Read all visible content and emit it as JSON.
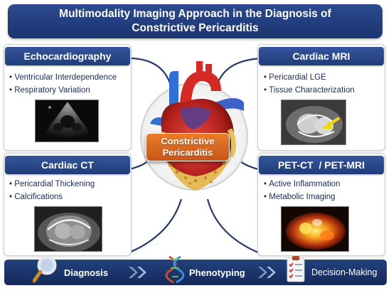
{
  "title": {
    "line1": "Multimodality Imaging Approach in the Diagnosis of",
    "line2": "Constrictive Pericarditis"
  },
  "center": {
    "line1": "Constrictive",
    "line2": "Pericarditis"
  },
  "panels": {
    "echo": {
      "header": "Echocardiography",
      "bullets": [
        "Ventricular Interdependence",
        "Respiratory Variation"
      ]
    },
    "mri": {
      "header": "Cardiac MRI",
      "bullets": [
        "Pericardial LGE",
        "Tissue Characterization"
      ]
    },
    "ct": {
      "header": "Cardiac CT",
      "bullets": [
        "Pericardial Thickening",
        "Calcifications"
      ]
    },
    "pet": {
      "header": "PET-CT  / PET-MRI",
      "bullets": [
        "Active Inflammation",
        "Metabolic Imaging"
      ]
    }
  },
  "footer": {
    "items": [
      "Diagnosis",
      "Phenotyping",
      "Decision-Making"
    ]
  },
  "colors": {
    "navy": "#1c3470",
    "accent_orange": "#d4641f",
    "connector": "#243a6b"
  },
  "icons": [
    "magnifier-icon",
    "dna-icon",
    "checklist-icon",
    "chevron-right-icon"
  ]
}
